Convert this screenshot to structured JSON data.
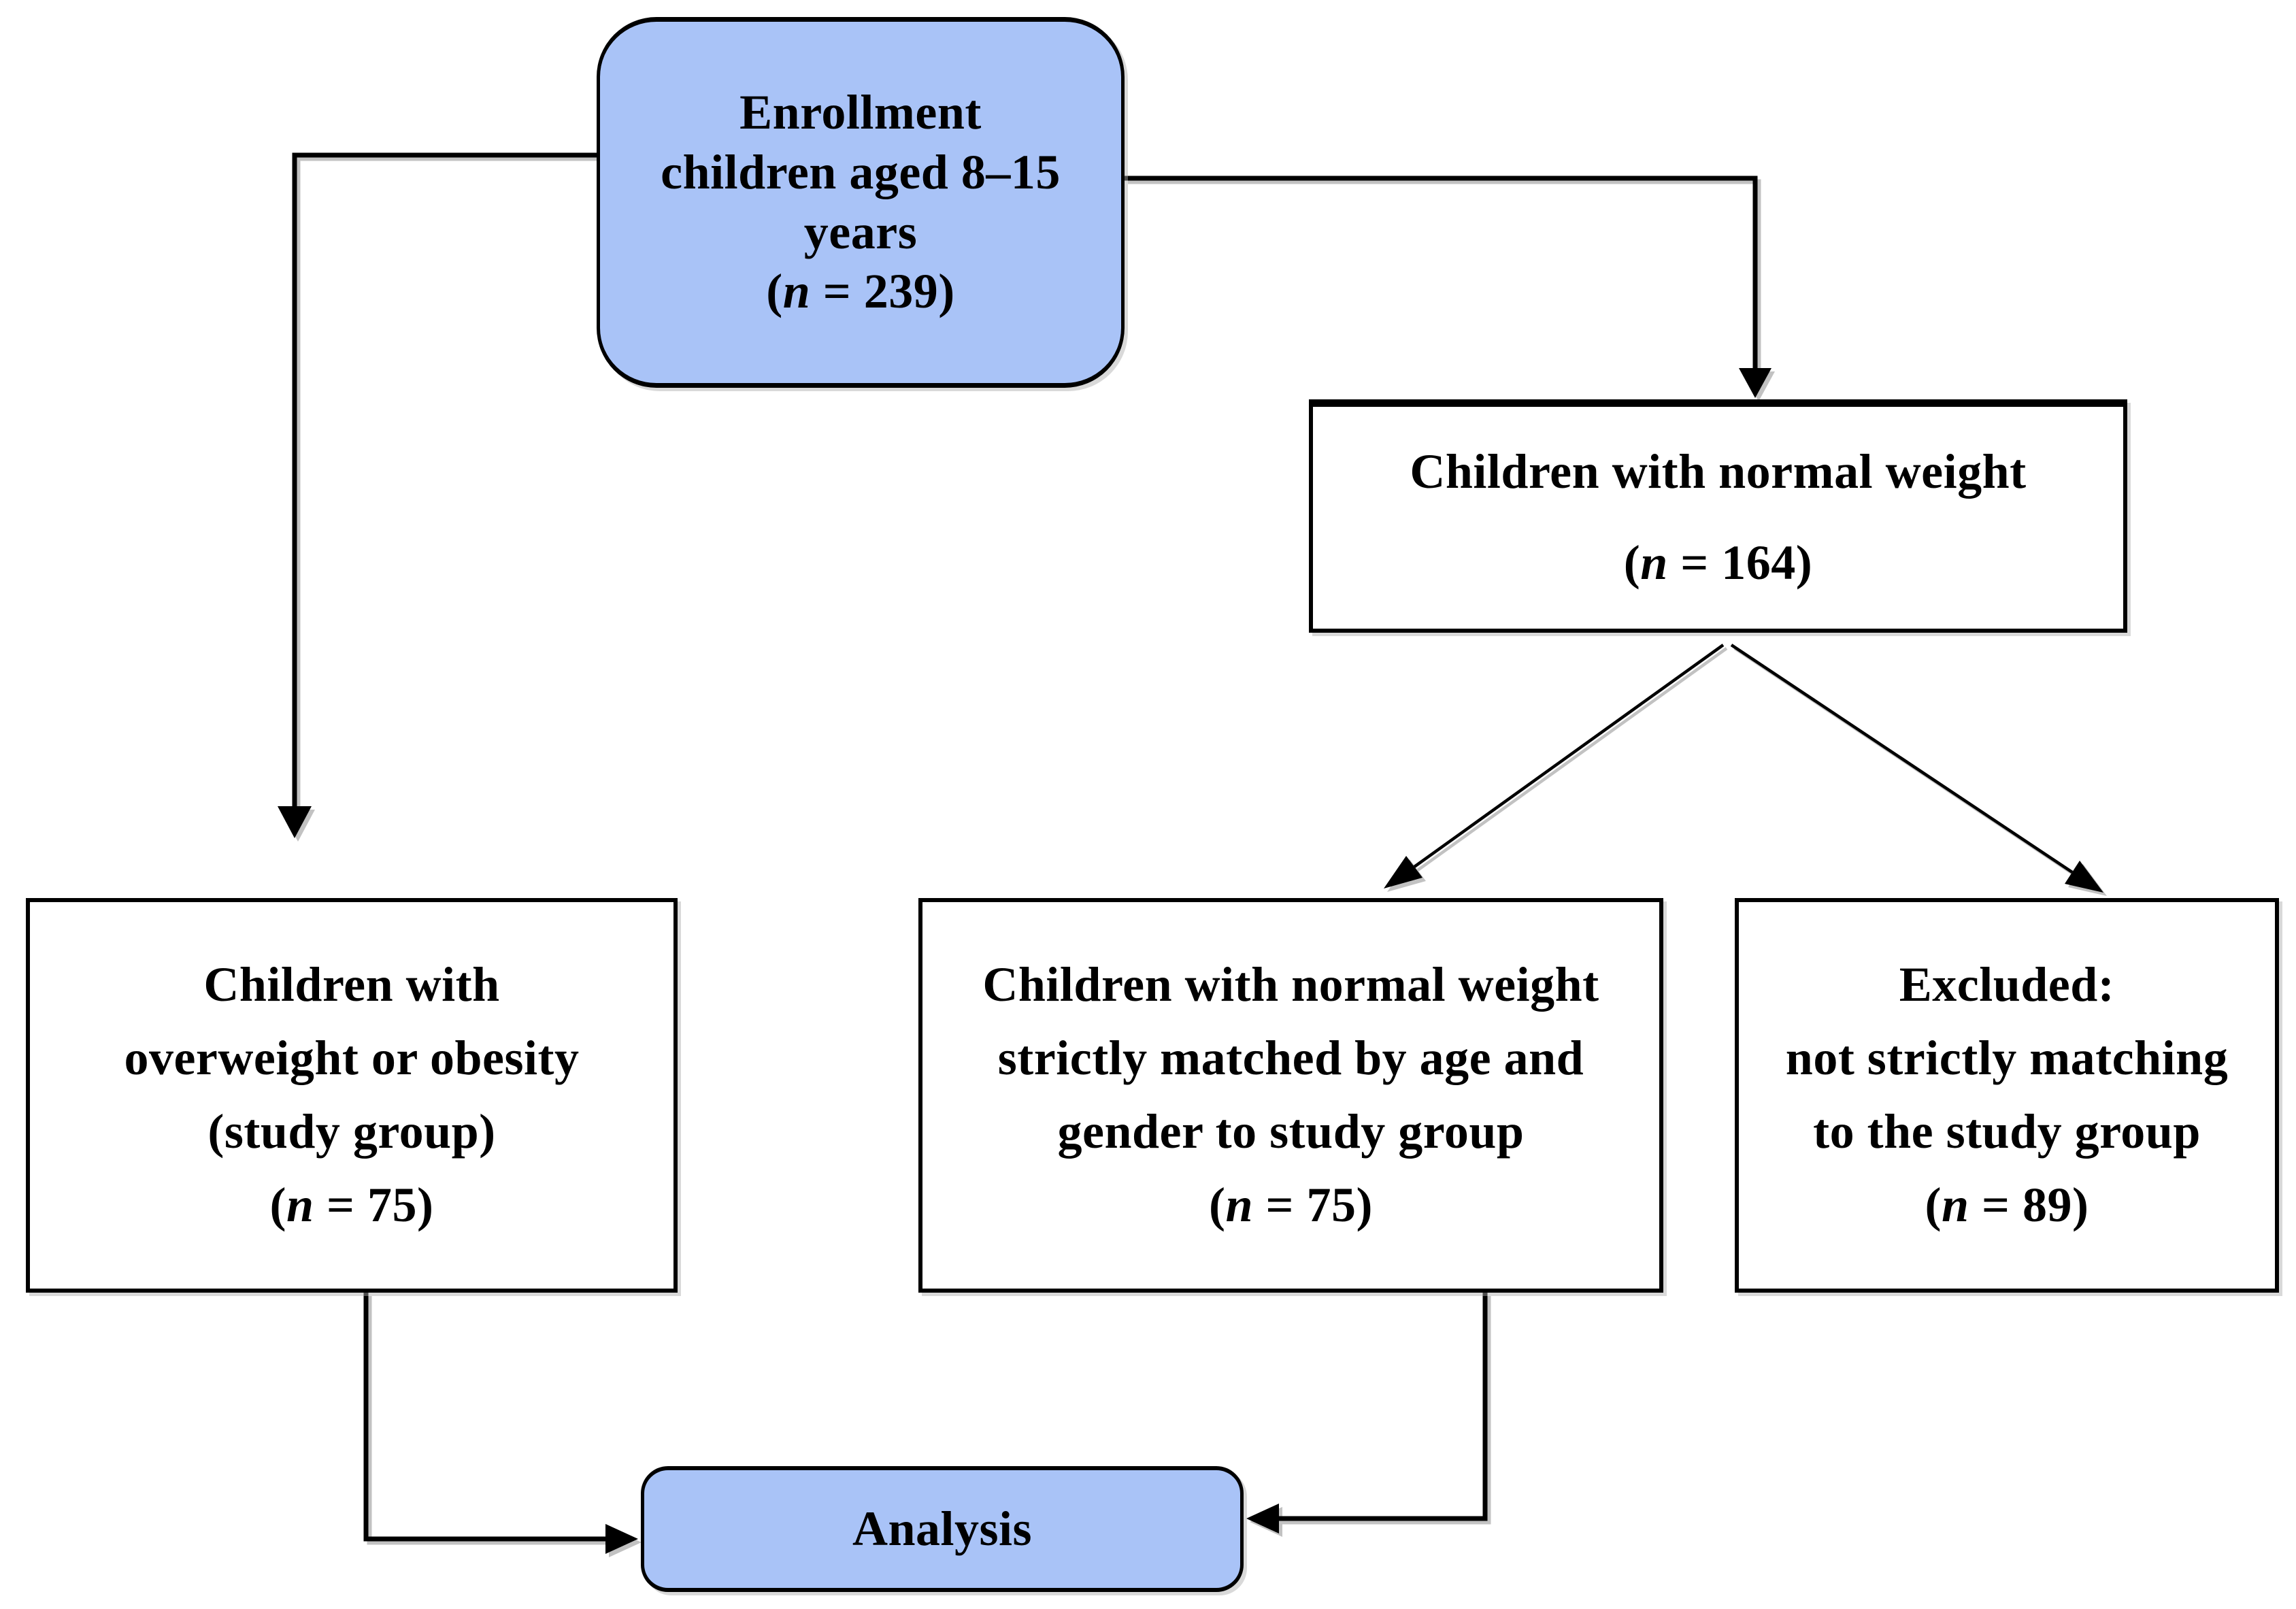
{
  "colors": {
    "box_fill_blue": "#a9c3f7",
    "box_fill_white": "#ffffff",
    "line_color": "#000000",
    "shadow_color": "#c2c2c2"
  },
  "boxes": {
    "enrollment": {
      "lines": [
        "Enrollment",
        "children aged 8–15",
        "years"
      ],
      "count_open": "(",
      "count_var": "n",
      "count_rest": " = 239)"
    },
    "normal_weight": {
      "lines": [
        "Children with normal weight"
      ],
      "count_open": "(",
      "count_var": "n",
      "count_rest": " = 164)"
    },
    "study_group": {
      "lines": [
        "Children with",
        "overweight or obesity",
        "(study group)"
      ],
      "count_open": "(",
      "count_var": "n",
      "count_rest": " = 75)"
    },
    "matched_control": {
      "lines": [
        "Children with normal weight",
        "strictly matched by age and",
        "gender to study group"
      ],
      "count_open": "(",
      "count_var": "n",
      "count_rest": " = 75)"
    },
    "excluded": {
      "lines": [
        "Excluded:",
        "not strictly matching",
        "to the study group"
      ],
      "count_open": "(",
      "count_var": "n",
      "count_rest": " = 89)"
    },
    "analysis": {
      "lines": [
        "Analysis"
      ]
    }
  }
}
